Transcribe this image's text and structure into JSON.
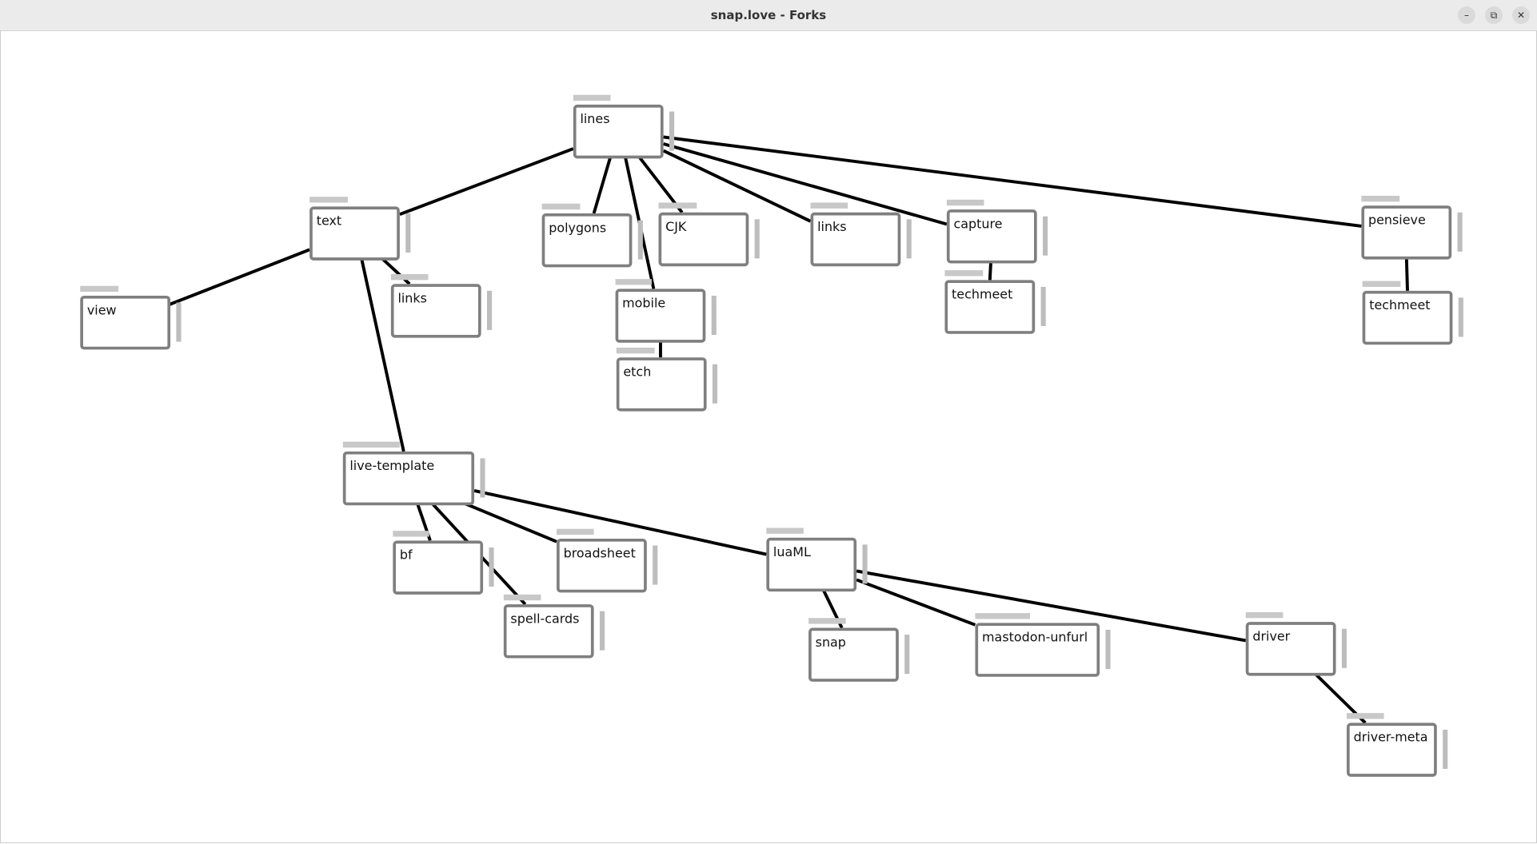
{
  "window": {
    "title": "snap.love - Forks",
    "minimize": "–",
    "maximize": "⧉",
    "close": "✕"
  },
  "nodes": [
    {
      "id": "lines",
      "label": "lines"
    },
    {
      "id": "text",
      "label": "text"
    },
    {
      "id": "polygons",
      "label": "polygons"
    },
    {
      "id": "cjk",
      "label": "CJK"
    },
    {
      "id": "links1",
      "label": "links"
    },
    {
      "id": "capture",
      "label": "capture"
    },
    {
      "id": "pensieve",
      "label": "pensieve"
    },
    {
      "id": "view",
      "label": "view"
    },
    {
      "id": "links2",
      "label": "links"
    },
    {
      "id": "mobile",
      "label": "mobile"
    },
    {
      "id": "etch",
      "label": "etch"
    },
    {
      "id": "techmeet1",
      "label": "techmeet"
    },
    {
      "id": "techmeet2",
      "label": "techmeet"
    },
    {
      "id": "live-template",
      "label": "live-template"
    },
    {
      "id": "bf",
      "label": "bf"
    },
    {
      "id": "broadsheet",
      "label": "broadsheet"
    },
    {
      "id": "spell-cards",
      "label": "spell-cards"
    },
    {
      "id": "luaml",
      "label": "luaML"
    },
    {
      "id": "snap",
      "label": "snap"
    },
    {
      "id": "mastodon-unfurl",
      "label": "mastodon-unfurl"
    },
    {
      "id": "driver",
      "label": "driver"
    },
    {
      "id": "driver-meta",
      "label": "driver-meta"
    }
  ],
  "edges": [
    [
      "lines",
      "text"
    ],
    [
      "lines",
      "polygons"
    ],
    [
      "lines",
      "mobile"
    ],
    [
      "lines",
      "cjk"
    ],
    [
      "lines",
      "links1"
    ],
    [
      "lines",
      "capture"
    ],
    [
      "lines",
      "pensieve"
    ],
    [
      "text",
      "view"
    ],
    [
      "text",
      "links2"
    ],
    [
      "text",
      "live-template"
    ],
    [
      "mobile",
      "etch"
    ],
    [
      "capture",
      "techmeet1"
    ],
    [
      "pensieve",
      "techmeet2"
    ],
    [
      "live-template",
      "bf"
    ],
    [
      "live-template",
      "spell-cards"
    ],
    [
      "live-template",
      "broadsheet"
    ],
    [
      "live-template",
      "luaml"
    ],
    [
      "luaml",
      "snap"
    ],
    [
      "luaml",
      "mastodon-unfurl"
    ],
    [
      "luaml",
      "driver"
    ],
    [
      "driver",
      "driver-meta"
    ]
  ]
}
